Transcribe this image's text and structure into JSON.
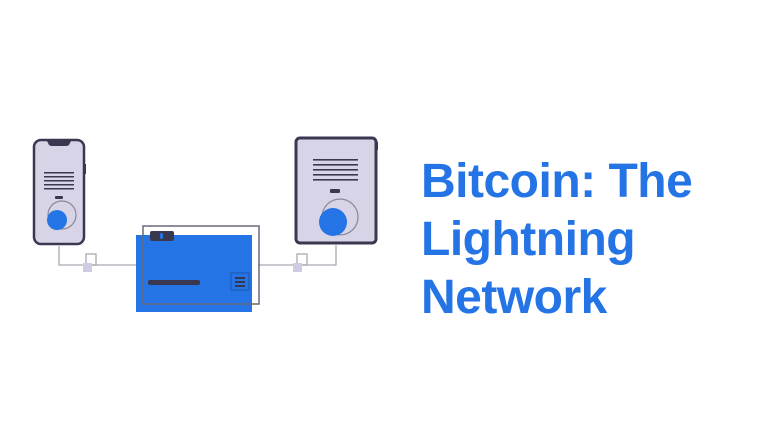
{
  "title": {
    "lines": [
      "Bitcoin: The",
      "Lightning",
      "Network"
    ]
  },
  "illustration": {
    "devices": [
      {
        "name": "phone",
        "icon": "smartphone-icon"
      },
      {
        "name": "tablet",
        "icon": "tablet-icon"
      },
      {
        "name": "payment-card",
        "icon": "credit-card-icon"
      }
    ]
  },
  "colors": {
    "accent_blue": "#2474e5",
    "device_fill": "#d8d4e8",
    "device_outline": "#3a3850",
    "connector_line": "#a8a8b0",
    "background": "#ffffff"
  }
}
